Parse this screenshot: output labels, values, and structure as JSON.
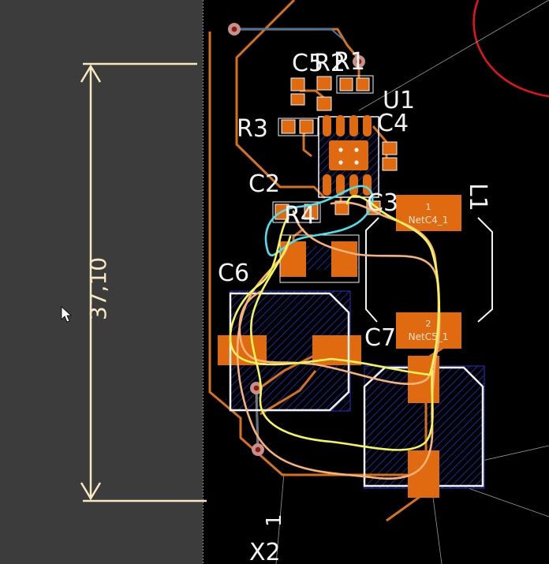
{
  "app": {
    "view": "PCB layout editor - board view",
    "colors": {
      "background": "#000000",
      "board_outside": "#3c3c3c",
      "copper_pad": "#e06a10",
      "trace_copper": "#d7711c",
      "hatch_fill": "#1c2fb8",
      "silkscreen": "#f2f2f2",
      "dimension": "#f7e8c0",
      "ratsnest_yellow": "#f5f55a",
      "ratsnest_cyan": "#4de0ee",
      "ratsnest_peach": "#f7b27a",
      "via_ring": "#c7908a",
      "keepout_red": "#e8141c"
    }
  },
  "dimension": {
    "value": "37,10"
  },
  "designators": {
    "c5": "C5",
    "r2": "R2",
    "r1": "R1",
    "u1": "U1",
    "r3": "R3",
    "c4": "C4",
    "c2": "C2",
    "r4": "R4",
    "c3": "C3",
    "l1": "L1",
    "c6": "C6",
    "c7": "C7",
    "x2": "X2",
    "x2_pin": "1"
  },
  "pads": {
    "l1_pad1_number": "1",
    "l1_pad1_net": "NetC4_1",
    "l1_pad2_number": "2",
    "l1_pad2_net": "NetC5_1"
  },
  "cursor": {
    "icon": "mouse-pointer-icon"
  }
}
